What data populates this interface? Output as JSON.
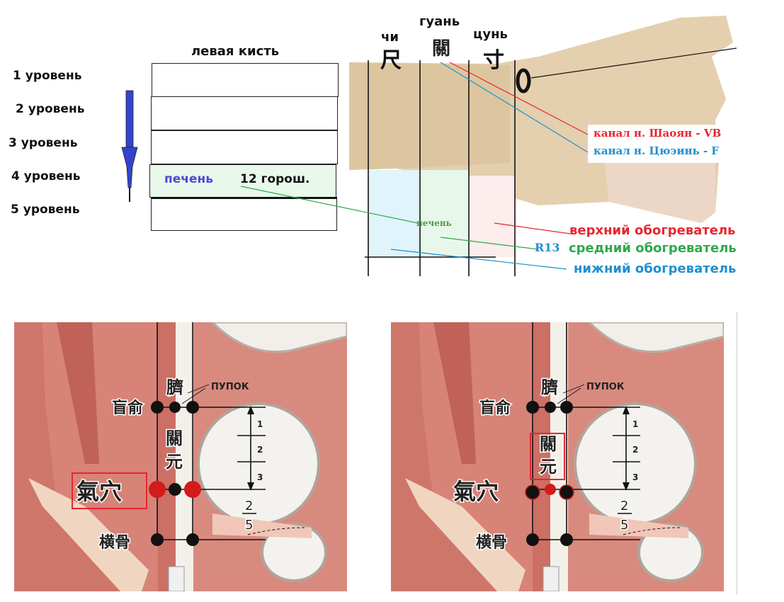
{
  "colors": {
    "red": "#e8262f",
    "blue": "#1f8fd0",
    "green": "#2fa84a",
    "arrow": "#3344cc",
    "liver": "#4b4bd6"
  },
  "left_hand": {
    "title": "левая кисть",
    "levels": [
      "1 уровень",
      "2 уровень",
      "3 уровень",
      "4 уровень",
      "5 уровень"
    ],
    "row4_organ": "печень",
    "row4_dose": "12 горош."
  },
  "wrist": {
    "positions": [
      {
        "name": "чи",
        "glyph": "尺"
      },
      {
        "name": "гуань",
        "glyph": "關"
      },
      {
        "name": "цунь",
        "glyph": "寸"
      }
    ],
    "channels": [
      "канал н. Шаоян - VB",
      "канал н. Цюэинь - F"
    ],
    "zone_label": "печень",
    "point_label": "R13",
    "burners": [
      "верхний обогреватель",
      "средний обогреватель",
      "нижний обогреватель"
    ]
  },
  "panels": [
    {
      "navel": "臍",
      "navel_ru": "ПУПОК",
      "huangshu": "盲俞",
      "guanyuan_1": "關",
      "guanyuan_2": "元",
      "qixue": "氣穴",
      "henggu": "横骨",
      "steps": [
        "1",
        "2",
        "3"
      ],
      "frac_num": "2",
      "frac_den": "5"
    },
    {
      "navel": "臍",
      "navel_ru": "ПУПОК",
      "huangshu": "盲俞",
      "guanyuan_1": "關",
      "guanyuan_2": "元",
      "qixue": "氣穴",
      "henggu": "横骨",
      "steps": [
        "1",
        "2",
        "3"
      ],
      "frac_num": "2",
      "frac_den": "5"
    }
  ]
}
